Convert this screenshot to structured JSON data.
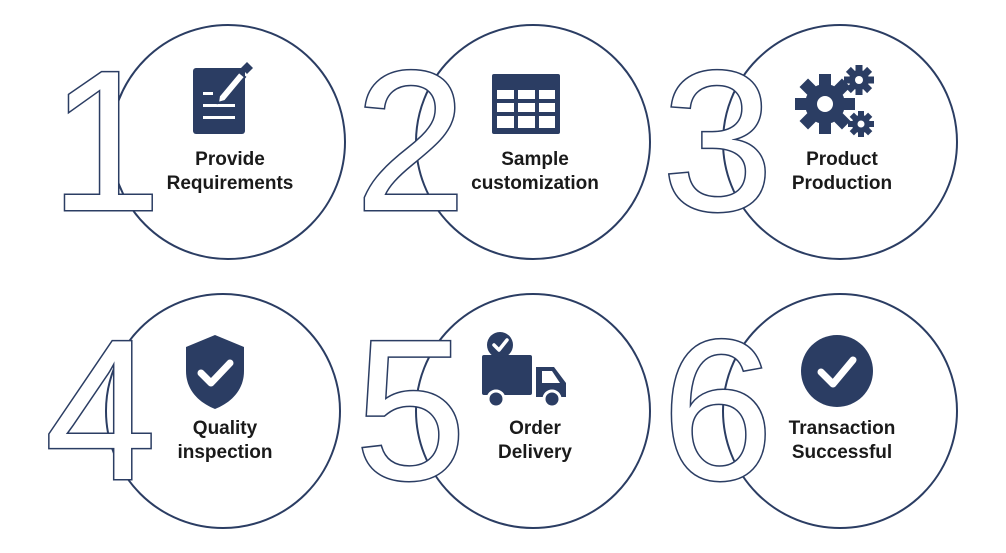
{
  "steps": [
    {
      "number": "1",
      "line1": "Provide",
      "line2": "Requirements",
      "icon": "document-edit-icon"
    },
    {
      "number": "2",
      "line1": "Sample",
      "line2": "customization",
      "icon": "table-grid-icon"
    },
    {
      "number": "3",
      "line1": "Product",
      "line2": "Production",
      "icon": "gears-icon"
    },
    {
      "number": "4",
      "line1": "Quality",
      "line2": "inspection",
      "icon": "shield-check-icon"
    },
    {
      "number": "5",
      "line1": "Order",
      "line2": "Delivery",
      "icon": "delivery-truck-icon"
    },
    {
      "number": "6",
      "line1": "Transaction",
      "line2": "Successful",
      "icon": "check-circle-icon"
    }
  ],
  "colors": {
    "primary": "#2b3d63",
    "text": "#1a1a1a",
    "background": "#ffffff"
  }
}
